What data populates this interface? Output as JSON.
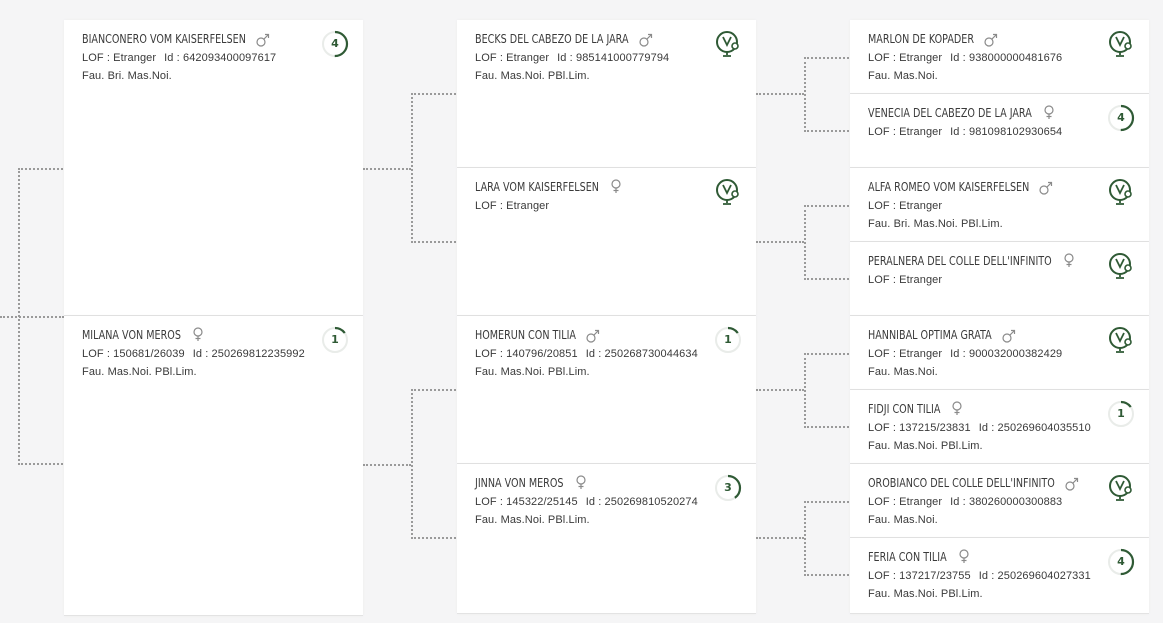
{
  "colors": {
    "accent": "#2f5a35",
    "connector": "#9a9a9a",
    "background": "#f5f5f6"
  },
  "cards": [
    {
      "name": "BIANCONERO VOM KAISERFELSEN",
      "sex": "male",
      "lof": "LOF : Etranger",
      "id": "Id : 642093400097617",
      "tags": "Fau. Bri. Mas.Noi.",
      "badge": {
        "type": "number",
        "value": "4",
        "fill": 0.5
      }
    },
    {
      "name": "MILANA VON MEROS",
      "sex": "female",
      "lof": "LOF : 150681/26039",
      "id": "Id : 250269812235992",
      "tags": "Fau. Mas.Noi. PBl.Lim.",
      "badge": {
        "type": "number",
        "value": "1",
        "fill": 0.15
      }
    },
    {
      "name": "BECKS DEL CABEZO DE LA JARA",
      "sex": "male",
      "lof": "LOF : Etranger",
      "id": "Id : 985141000779794",
      "tags": "Fau. Mas.Noi. PBl.Lim.",
      "badge": {
        "type": "vet-icon"
      }
    },
    {
      "name": "LARA VOM KAISERFELSEN",
      "sex": "female",
      "lof": "LOF : Etranger",
      "id": "",
      "tags": "",
      "badge": {
        "type": "vet-icon"
      }
    },
    {
      "name": "HOMERUN CON TILIA",
      "sex": "male",
      "lof": "LOF : 140796/20851",
      "id": "Id : 250268730044634",
      "tags": "Fau. Mas.Noi. PBl.Lim.",
      "badge": {
        "type": "number",
        "value": "1",
        "fill": 0.15
      }
    },
    {
      "name": "JINNA VON MEROS",
      "sex": "female",
      "lof": "LOF : 145322/25145",
      "id": "Id : 250269810520274",
      "tags": "Fau. Mas.Noi. PBl.Lim.",
      "badge": {
        "type": "number",
        "value": "3",
        "fill": 0.4
      }
    },
    {
      "name": "MARLON DE KOPADER",
      "sex": "male",
      "lof": "LOF : Etranger",
      "id": "Id : 938000000481676",
      "tags": "Fau. Mas.Noi.",
      "badge": {
        "type": "vet-icon"
      }
    },
    {
      "name": "VENECIA DEL CABEZO DE LA JARA",
      "sex": "female",
      "lof": "LOF : Etranger",
      "id": "Id : 981098102930654",
      "tags": "",
      "badge": {
        "type": "number",
        "value": "4",
        "fill": 0.5
      }
    },
    {
      "name": "ALFA ROMEO VOM KAISERFELSEN",
      "sex": "male",
      "lof": "LOF : Etranger",
      "id": "",
      "tags": "Fau. Bri. Mas.Noi. PBl.Lim.",
      "badge": {
        "type": "vet-icon"
      }
    },
    {
      "name": "PERALNERA DEL COLLE DELL'INFINITO",
      "sex": "female",
      "lof": "LOF : Etranger",
      "id": "",
      "tags": "",
      "badge": {
        "type": "vet-icon"
      }
    },
    {
      "name": "HANNIBAL OPTIMA GRATA",
      "sex": "male",
      "lof": "LOF : Etranger",
      "id": "Id : 900032000382429",
      "tags": "Fau. Mas.Noi.",
      "badge": {
        "type": "vet-icon"
      }
    },
    {
      "name": "FIDJI CON TILIA",
      "sex": "female",
      "lof": "LOF : 137215/23831",
      "id": "Id : 250269604035510",
      "tags": "Fau. Mas.Noi. PBl.Lim.",
      "badge": {
        "type": "number",
        "value": "1",
        "fill": 0.15
      }
    },
    {
      "name": "OROBIANCO DEL COLLE DELL'INFINITO",
      "sex": "male",
      "lof": "LOF : Etranger",
      "id": "Id : 380260000300883",
      "tags": "Fau. Mas.Noi.",
      "badge": {
        "type": "vet-icon"
      }
    },
    {
      "name": "FERIA CON TILIA",
      "sex": "female",
      "lof": "LOF : 137217/23755",
      "id": "Id : 250269604027331",
      "tags": "Fau. Mas.Noi. PBl.Lim.",
      "badge": {
        "type": "number",
        "value": "4",
        "fill": 0.5
      }
    }
  ]
}
